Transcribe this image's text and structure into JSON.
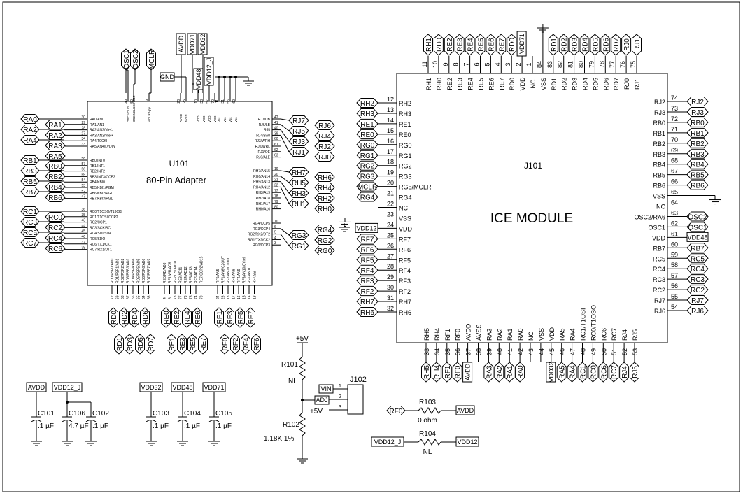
{
  "u101": {
    "ref": "U101",
    "name": "80-Pin Adapter",
    "top_pins": [
      {
        "label": "OSC1/CLKI",
        "num": "49",
        "net": "OSC1"
      },
      {
        "label": "OSC2/CLKO/RC15",
        "num": "50",
        "net": "OSC2"
      },
      {
        "label": "MCLR/Vpp",
        "num": "9",
        "net": "MCLR"
      },
      {
        "label": "AVDD",
        "num": "26",
        "net": "AVDD"
      },
      {
        "label": "AVSS",
        "num": "25",
        "net": "GND"
      },
      {
        "label": "VDD",
        "num": "10",
        "net": "VDD48"
      },
      {
        "label": "VDD",
        "num": "38",
        "net": "VDD71"
      },
      {
        "label": "VDD",
        "num": "57",
        "net": "VDD32"
      },
      {
        "label": "VDD",
        "num": "70",
        "net": "VDD12_J"
      },
      {
        "label": "Vss",
        "num": "11",
        "net": "GND"
      },
      {
        "label": "Vss",
        "num": "31",
        "net": "GND"
      },
      {
        "label": "Vss",
        "num": "56",
        "net": "GND"
      },
      {
        "label": "Vss",
        "num": "69",
        "net": "GND"
      }
    ],
    "top_nets": [
      "OSC1",
      "OSC2",
      "MCLR",
      "AVDD",
      "VDD71",
      "VDD32",
      "GND",
      "VDD48",
      "VDD12_J"
    ],
    "left_groups": [
      [
        {
          "pin": "RA0/AN0",
          "num": "30",
          "local": "RA1",
          "global": "RA0"
        },
        {
          "pin": "RA1/AN1",
          "num": "29",
          "local": "RA2",
          "global": "RA2"
        },
        {
          "pin": "RA2/AN2/Vref-",
          "num": "28",
          "local": "RA3",
          "global": "RA4"
        },
        {
          "pin": "RA3/AN3/Vref+",
          "num": "27",
          "local": "RA5",
          "global": ""
        },
        {
          "pin": "RA4/T0CKI",
          "num": "34",
          "local": "",
          "global": ""
        },
        {
          "pin": "RA5/AN4/LVDIN",
          "num": "33",
          "local": "",
          "global": ""
        }
      ],
      [
        {
          "pin": "RB0/INT0",
          "num": "58",
          "local": "RB0",
          "global": "RB1"
        },
        {
          "pin": "RB1/INT1",
          "num": "57",
          "local": "RB2",
          "global": "RB3"
        },
        {
          "pin": "RB2/INT2",
          "num": "56",
          "local": "RB4",
          "global": "RB5"
        },
        {
          "pin": "RB3/INT3/CCP2",
          "num": "55",
          "local": "RB6",
          "global": "RB7"
        },
        {
          "pin": "RB4/KBI0",
          "num": "54",
          "local": "",
          "global": ""
        },
        {
          "pin": "RB5/KBI1/PGM",
          "num": "53",
          "local": "",
          "global": ""
        },
        {
          "pin": "RB6/KBI2/PGC",
          "num": "52",
          "local": "",
          "global": ""
        },
        {
          "pin": "RB7/KBI3/PGD",
          "num": "47",
          "local": "",
          "global": ""
        }
      ],
      [
        {
          "pin": "RC0/T1OSO/T13CKI",
          "num": "36",
          "local": "RC0",
          "global": "RC1"
        },
        {
          "pin": "RC1/T1OSI/CCP2",
          "num": "35",
          "local": "RC2",
          "global": "RC3"
        },
        {
          "pin": "RC2/CCP1",
          "num": "43",
          "local": "RC4",
          "global": "RC5"
        },
        {
          "pin": "RC3/SCK/SCL",
          "num": "44",
          "local": "RC6",
          "global": "RC7"
        },
        {
          "pin": "RC4/SDI/SDA",
          "num": "45",
          "local": "",
          "global": ""
        },
        {
          "pin": "RC5/SDO",
          "num": "46",
          "local": "",
          "global": ""
        },
        {
          "pin": "RC6/TX1/CK1",
          "num": "37",
          "local": "",
          "global": ""
        },
        {
          "pin": "RC7/RX1/DT1",
          "num": "38",
          "local": "",
          "global": ""
        }
      ]
    ],
    "right_top": [
      {
        "pin": "RJ7/UB",
        "num": "42",
        "net": "RJ7",
        "net2": "RJ6"
      },
      {
        "pin": "RJ6/LB",
        "num": "41",
        "net": "RJ5",
        "net2": "RJ4"
      },
      {
        "pin": "RJ5",
        "num": "40",
        "net": "RJ3",
        "net2": "RJ2"
      },
      {
        "pin": "RJ4/BA0",
        "num": "39",
        "net": "RJ1",
        "net2": "RJ0"
      },
      {
        "pin": "RJ3/WRH",
        "num": "60",
        "net": "",
        "net2": ""
      },
      {
        "pin": "RJ2/WRL",
        "num": "61",
        "net": "",
        "net2": ""
      },
      {
        "pin": "RJ1/OE",
        "num": "62",
        "net": "",
        "net2": ""
      },
      {
        "pin": "RJ0/ALE",
        "num": "63",
        "net": "",
        "net2": ""
      }
    ],
    "right_mid": [
      {
        "pin": "RH7/AN15",
        "num": "19",
        "net": "RH7",
        "net2": "RH6"
      },
      {
        "pin": "RH6/AN14",
        "num": "20",
        "net": "RH5",
        "net2": "RH4"
      },
      {
        "pin": "RH5/AN13",
        "num": "21",
        "net": "RH3",
        "net2": "RH2"
      },
      {
        "pin": "RH4/AN12",
        "num": "22",
        "net": "RH1",
        "net2": "RH0"
      },
      {
        "pin": "RH3/A19",
        "num": "77",
        "net": "",
        "net2": ""
      },
      {
        "pin": "RH2/A18",
        "num": "78",
        "net": "",
        "net2": ""
      },
      {
        "pin": "RH1/A17",
        "num": "79",
        "net": "",
        "net2": ""
      },
      {
        "pin": "RH0/A16",
        "num": "80",
        "net": "",
        "net2": ""
      }
    ],
    "right_bot": [
      {
        "pin": "RG4/CCP5",
        "num": "10",
        "net": "",
        "net2": "RG4"
      },
      {
        "pin": "RG3/CCP4",
        "num": "6",
        "net": "RG3",
        "net2": "RG2"
      },
      {
        "pin": "RG2/RX2/DT2",
        "num": "5",
        "net": "RG1",
        "net2": "RG0"
      },
      {
        "pin": "RG1/TX2/CK2",
        "num": "4",
        "net": "",
        "net2": ""
      },
      {
        "pin": "RG0/CCP3",
        "num": "3",
        "net": "",
        "net2": ""
      }
    ],
    "bottom_groups": [
      {
        "pins": [
          {
            "label": "RD0/PSP0/AD0",
            "num": "72"
          },
          {
            "label": "RD1/PSP1/AD1",
            "num": "69"
          },
          {
            "label": "RD2/PSP2/AD2",
            "num": "68"
          },
          {
            "label": "RD3/PSP3/AD3",
            "num": "67"
          },
          {
            "label": "RD4/PSP4/AD4",
            "num": "66"
          },
          {
            "label": "RD5/PSP5/AD5",
            "num": "65"
          },
          {
            "label": "RD6/PSP6/AD6",
            "num": "64"
          },
          {
            "label": "RD7/PSP7/AD7",
            "num": "63"
          }
        ],
        "upper": [
          "RD0",
          "RD2",
          "RD4",
          "RD6"
        ],
        "lower": [
          "RD1",
          "RD3",
          "RD5",
          "RD7"
        ]
      },
      {
        "pins": [
          {
            "label": "RE0/RD/AD8",
            "num": "4"
          },
          {
            "label": "RE1/WR/AD9",
            "num": "3"
          },
          {
            "label": "RE2/CS/AD10",
            "num": "78"
          },
          {
            "label": "RE3/AD11",
            "num": "77"
          },
          {
            "label": "RE4/AD12",
            "num": "76"
          },
          {
            "label": "RE5/AD13",
            "num": "75"
          },
          {
            "label": "RE6/AD14",
            "num": "74"
          },
          {
            "label": "RE7/CCP2/AD15",
            "num": "73"
          }
        ],
        "upper": [
          "RE0",
          "RE2",
          "RE4",
          "RE6"
        ],
        "lower": [
          "RE1",
          "RE3",
          "RE5",
          "RE7"
        ]
      },
      {
        "pins": [
          {
            "label": "RF0/AN5",
            "num": "24"
          },
          {
            "label": "RF1/AN6/C2OUT",
            "num": "23"
          },
          {
            "label": "RF2/AN7/C1OUT",
            "num": "18"
          },
          {
            "label": "RF3/AN8",
            "num": "17"
          },
          {
            "label": "RF4/AN9",
            "num": "16"
          },
          {
            "label": "RF5/AN10/CVref",
            "num": "15"
          },
          {
            "label": "RF6/AN11",
            "num": "14"
          },
          {
            "label": "RF7/SS",
            "num": "13"
          }
        ],
        "upper": [
          "RF1",
          "RF3",
          "RF5",
          "RF7"
        ],
        "lower": [
          "RF0",
          "RF2",
          "RF4",
          "RF6"
        ]
      }
    ]
  },
  "j101": {
    "ref": "J101",
    "name": "ICE MODULE",
    "top_pins": [
      {
        "num": "11",
        "label": "RH1",
        "net": "RH1"
      },
      {
        "num": "10",
        "label": "RH0",
        "net": "RH0"
      },
      {
        "num": "9",
        "label": "RE2",
        "net": "RE2"
      },
      {
        "num": "8",
        "label": "RE3",
        "net": "RE3"
      },
      {
        "num": "7",
        "label": "RE4",
        "net": "RE4"
      },
      {
        "num": "6",
        "label": "RE5",
        "net": "RE5"
      },
      {
        "num": "5",
        "label": "RE6",
        "net": "RE6"
      },
      {
        "num": "4",
        "label": "RE7",
        "net": "RE7"
      },
      {
        "num": "3",
        "label": "RD0",
        "net": "RD0"
      },
      {
        "num": "2",
        "label": "VDD",
        "net": "VDD71"
      },
      {
        "num": "1",
        "label": "NC",
        "net": ""
      },
      {
        "num": "84",
        "label": "VSS",
        "net": "GND"
      },
      {
        "num": "83",
        "label": "RD1",
        "net": "RD1"
      },
      {
        "num": "82",
        "label": "RD2",
        "net": "RD2"
      },
      {
        "num": "81",
        "label": "RD3",
        "net": "RD3"
      },
      {
        "num": "80",
        "label": "RD4",
        "net": "RD4"
      },
      {
        "num": "79",
        "label": "RD5",
        "net": "RD5"
      },
      {
        "num": "78",
        "label": "RD6",
        "net": "RD6"
      },
      {
        "num": "77",
        "label": "RD7",
        "net": "RD7"
      },
      {
        "num": "76",
        "label": "RJ0",
        "net": "RJ0"
      },
      {
        "num": "75",
        "label": "RJ1",
        "net": "RJ1"
      }
    ],
    "left_pins": [
      {
        "num": "12",
        "label": "RH2",
        "net": "RH2"
      },
      {
        "num": "13",
        "label": "RH3",
        "net": "RH3"
      },
      {
        "num": "14",
        "label": "RE1",
        "net": "RE1"
      },
      {
        "num": "15",
        "label": "RE0",
        "net": "RE0"
      },
      {
        "num": "16",
        "label": "RG0",
        "net": "RG0"
      },
      {
        "num": "17",
        "label": "RG1",
        "net": "RG1"
      },
      {
        "num": "18",
        "label": "RG2",
        "net": "RG2"
      },
      {
        "num": "19",
        "label": "RG3",
        "net": "RG3"
      },
      {
        "num": "20",
        "label": "RG5/MCLR",
        "net": "MCLR"
      },
      {
        "num": "21",
        "label": "RG4",
        "net": "RG4"
      },
      {
        "num": "22",
        "label": "NC",
        "net": ""
      },
      {
        "num": "23",
        "label": "VSS",
        "net": "GND"
      },
      {
        "num": "24",
        "label": "VDD",
        "net": "VDD12"
      },
      {
        "num": "25",
        "label": "RF7",
        "net": "RF7"
      },
      {
        "num": "26",
        "label": "RF6",
        "net": "RF6"
      },
      {
        "num": "27",
        "label": "RF5",
        "net": "RF5"
      },
      {
        "num": "28",
        "label": "RF4",
        "net": "RF4"
      },
      {
        "num": "29",
        "label": "RF3",
        "net": "RF3"
      },
      {
        "num": "30",
        "label": "RF2",
        "net": "RF2"
      },
      {
        "num": "31",
        "label": "RH7",
        "net": "RH7"
      },
      {
        "num": "32",
        "label": "RH6",
        "net": "RH6"
      }
    ],
    "right_pins": [
      {
        "num": "74",
        "label": "RJ2",
        "net": "RJ2"
      },
      {
        "num": "73",
        "label": "RJ3",
        "net": "RJ3"
      },
      {
        "num": "72",
        "label": "RB0",
        "net": "RB0"
      },
      {
        "num": "71",
        "label": "RB1",
        "net": "RB1"
      },
      {
        "num": "70",
        "label": "RB2",
        "net": "RB2"
      },
      {
        "num": "69",
        "label": "RB3",
        "net": "RB3"
      },
      {
        "num": "68",
        "label": "RB4",
        "net": "RB4"
      },
      {
        "num": "67",
        "label": "RB5",
        "net": "RB5"
      },
      {
        "num": "66",
        "label": "RB6",
        "net": "RB6"
      },
      {
        "num": "65",
        "label": "VSS",
        "net": "GND"
      },
      {
        "num": "64",
        "label": "NC",
        "net": ""
      },
      {
        "num": "63",
        "label": "OSC2/RA6",
        "net": "OSC2"
      },
      {
        "num": "62",
        "label": "OSC1",
        "net": "OSC1"
      },
      {
        "num": "61",
        "label": "VDD",
        "net": "VDD48"
      },
      {
        "num": "60",
        "label": "RB7",
        "net": "RB7"
      },
      {
        "num": "59",
        "label": "RC5",
        "net": "RC5"
      },
      {
        "num": "58",
        "label": "RC4",
        "net": "RC4"
      },
      {
        "num": "57",
        "label": "RC3",
        "net": "RC3"
      },
      {
        "num": "56",
        "label": "RC2",
        "net": "RC2"
      },
      {
        "num": "55",
        "label": "RJ7",
        "net": "RJ7"
      },
      {
        "num": "54",
        "label": "RJ6",
        "net": "RJ6"
      }
    ],
    "bottom_pins": [
      {
        "num": "33",
        "label": "RH5",
        "net": "RH5"
      },
      {
        "num": "34",
        "label": "RH4",
        "net": "RH4"
      },
      {
        "num": "35",
        "label": "RF1",
        "net": "RF1"
      },
      {
        "num": "36",
        "label": "RF0",
        "net": "RF0"
      },
      {
        "num": "37",
        "label": "AVDD",
        "net": "AVDD"
      },
      {
        "num": "38",
        "label": "AVSS",
        "net": "GND"
      },
      {
        "num": "39",
        "label": "RA3",
        "net": "RA3"
      },
      {
        "num": "40",
        "label": "RA2",
        "net": "RA2"
      },
      {
        "num": "41",
        "label": "RA1",
        "net": "RA1"
      },
      {
        "num": "42",
        "label": "RA0",
        "net": "RA0"
      },
      {
        "num": "43",
        "label": "NC",
        "net": ""
      },
      {
        "num": "44",
        "label": "VSS",
        "net": "GND"
      },
      {
        "num": "45",
        "label": "VDD",
        "net": "VDD32"
      },
      {
        "num": "46",
        "label": "RA5",
        "net": "RA5"
      },
      {
        "num": "47",
        "label": "RA4",
        "net": "RA4"
      },
      {
        "num": "48",
        "label": "RC1/T1OSI",
        "net": "RC1"
      },
      {
        "num": "49",
        "label": "RC0/T1OSO",
        "net": "RC0"
      },
      {
        "num": "50",
        "label": "RC6",
        "net": "RC6"
      },
      {
        "num": "51",
        "label": "RC7",
        "net": "RC7"
      },
      {
        "num": "52",
        "label": "RJ4",
        "net": "RJ4"
      },
      {
        "num": "53",
        "label": "RJ5",
        "net": "RJ5"
      }
    ]
  },
  "regulator": {
    "supply": "+5V",
    "r101_ref": "R101",
    "r101_val": "NL",
    "r102_ref": "R102",
    "r102_val": "1.18K  1%",
    "j102_ref": "J102",
    "pins": [
      {
        "net": "VIN",
        "num": "1"
      },
      {
        "net": "ADJ",
        "num": "2"
      },
      {
        "net": "+5V",
        "num": "3"
      }
    ]
  },
  "resistors": [
    {
      "ref": "R103",
      "value": "0 ohm",
      "left": "RF0",
      "right": "AVDD"
    },
    {
      "ref": "R104",
      "value": "NL",
      "left": "VDD12_J",
      "right": "VDD12"
    }
  ],
  "caps": [
    {
      "ref": "C101",
      "value": ".1 µF",
      "net": "AVDD"
    },
    {
      "ref": "C106",
      "value": "4.7 µF",
      "net": "VDD12_J"
    },
    {
      "ref": "C102",
      "value": ".1 µF",
      "net": "VDD12_J"
    },
    {
      "ref": "C103",
      "value": ".1 µF",
      "net": "VDD32"
    },
    {
      "ref": "C104",
      "value": ".1 µF",
      "net": "VDD48"
    },
    {
      "ref": "C105",
      "value": ".1 µF",
      "net": "VDD71"
    }
  ],
  "gnd_label": "GND"
}
